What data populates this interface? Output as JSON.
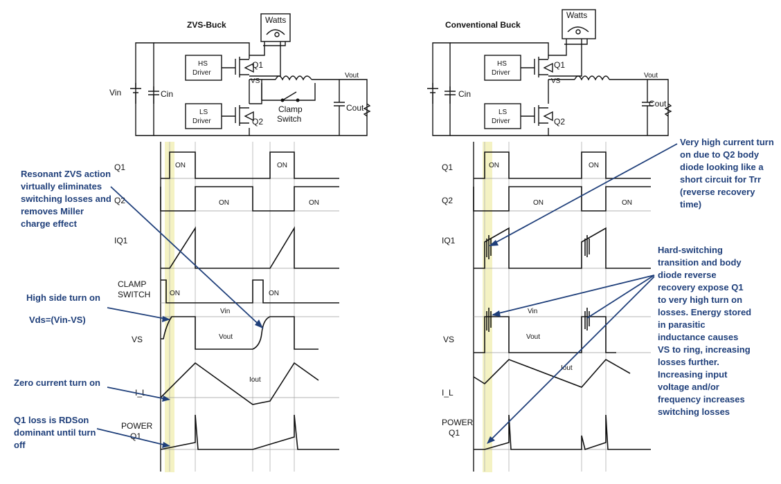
{
  "left": {
    "title": "ZVS-Buck",
    "meter": "Watts",
    "vin": "Vin",
    "cin": "Cin",
    "hs_driver": [
      "HS",
      "Driver"
    ],
    "ls_driver": [
      "LS",
      "Driver"
    ],
    "q1": "Q1",
    "q2": "Q2",
    "vs": "VS",
    "vout": "Vout",
    "cout": "Cout",
    "clamp": [
      "Clamp",
      "Switch"
    ]
  },
  "right": {
    "title": "Conventional Buck",
    "meter": "Watts",
    "cin": "Cin",
    "hs_driver": [
      "HS",
      "Driver"
    ],
    "ls_driver": [
      "LS",
      "Driver"
    ],
    "q1": "Q1",
    "q2": "Q2",
    "vs": "VS",
    "vout": "Vout",
    "cout": "Cout"
  },
  "waveform_labels": {
    "q1": "Q1",
    "q2": "Q2",
    "iq1": "IQ1",
    "clamp": [
      "CLAMP",
      "SWITCH"
    ],
    "vs": "VS",
    "il": "I_L",
    "power": [
      "POWER",
      "Q1"
    ],
    "on": "ON",
    "vin": "Vin",
    "vout": "Vout",
    "iout": "Iout"
  },
  "annotations": {
    "resonant": [
      "Resonant ZVS action",
      "virtually eliminates",
      "switching losses and",
      "removes Miller",
      "charge effect"
    ],
    "high_side": [
      "High side turn on",
      "Vds=(Vin-VS)"
    ],
    "zero_current": [
      "Zero current turn on"
    ],
    "q1_loss": [
      "Q1 loss is RDSon",
      "dominant until turn",
      "off"
    ],
    "very_high": [
      "Very high current turn",
      "on due to Q2 body",
      "diode looking like a",
      "short circuit for Trr",
      "(reverse recovery",
      "time)"
    ],
    "hard_switching": [
      "Hard-switching",
      "transition and body",
      "diode reverse",
      "recovery expose Q1",
      "to very high turn on",
      "losses. Energy stored",
      "in parasitic",
      "inductance causes",
      "VS to ring, increasing",
      "losses further.",
      "Increasing input",
      "voltage and/or",
      "frequency increases",
      "switching losses"
    ]
  }
}
